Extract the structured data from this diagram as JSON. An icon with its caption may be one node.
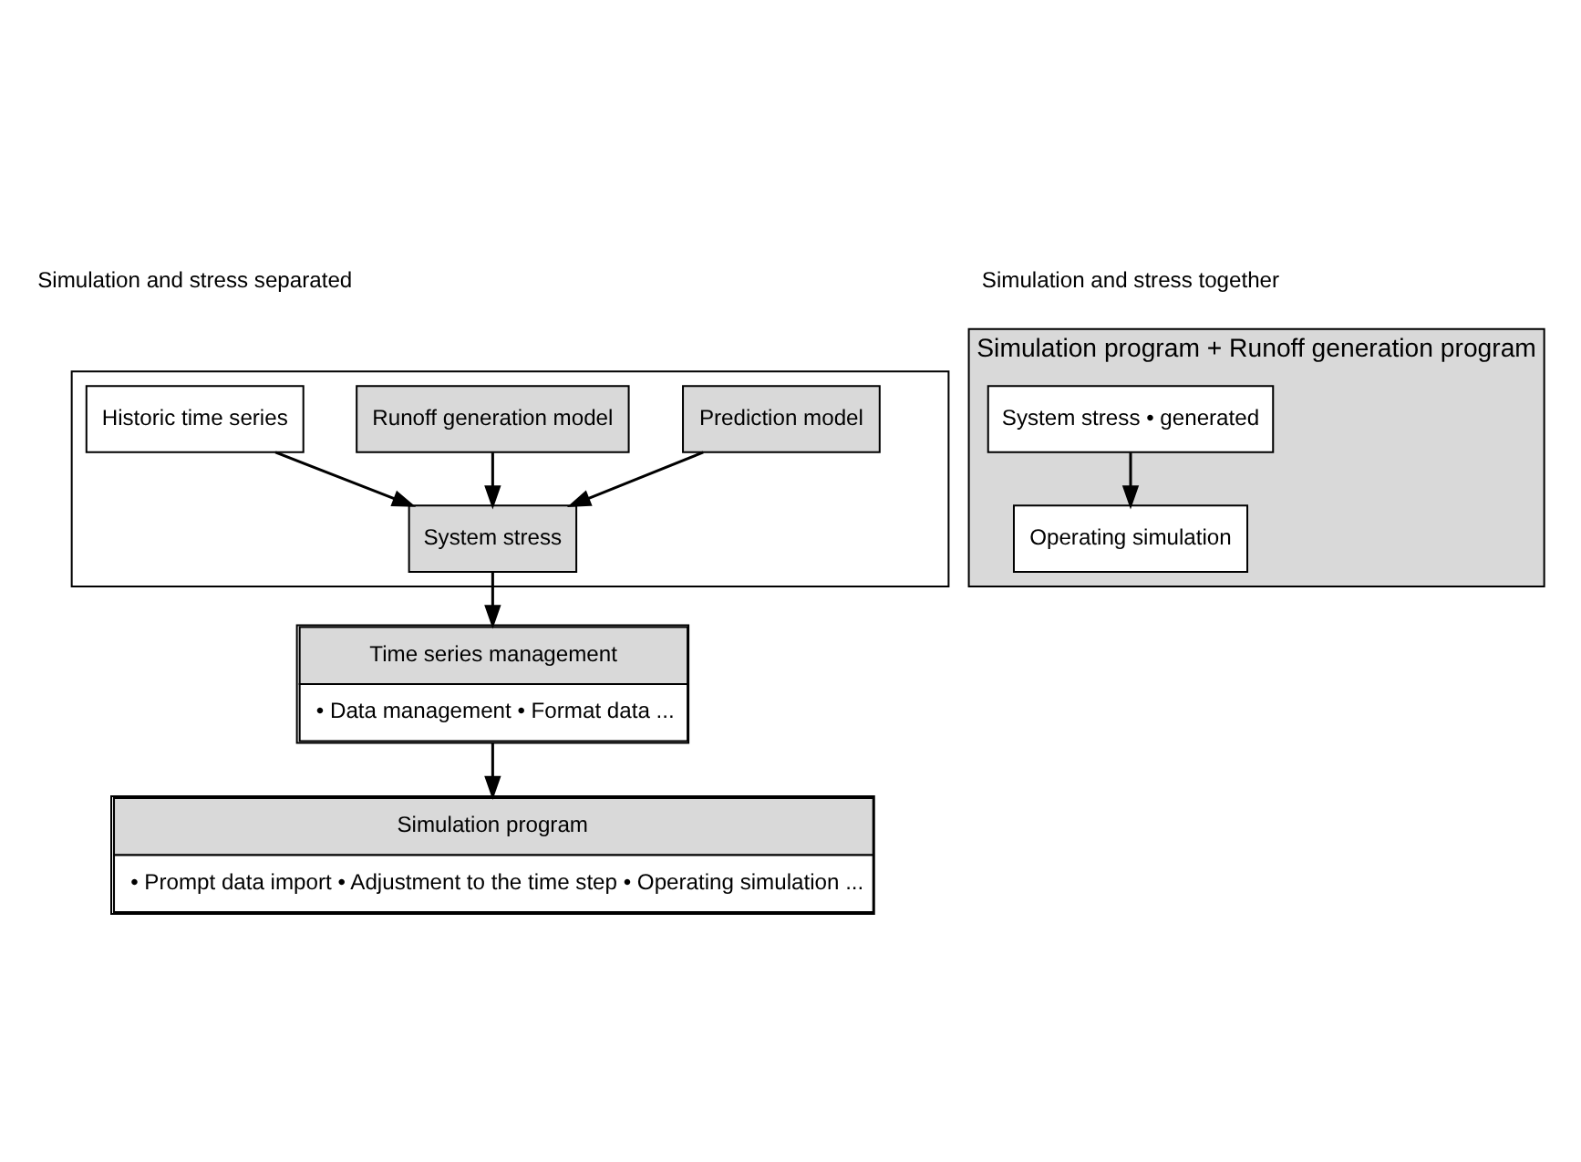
{
  "diagram": {
    "nodes": [
      {
        "text": [],
        "shape": "box"
      },
      {
        "text": [
          "Historic time series"
        ],
        "in": 0
      },
      {
        "text": [
          "Runoff generation model"
        ],
        "in": 0
      },
      {
        "text": [
          "Prediction model"
        ],
        "in": 0
      },
      {
        "text": [
          "System stress"
        ],
        "in": 0
      },
      {
        "text": [
          "Time series management",
          "• Data management • Format data ..."
        ]
      },
      {
        "text": [
          "Simulation program",
          "• Prompt data import • Adjustment to the time step • Operating simulation ..."
        ]
      },
      {
        "text": [
          "Simulation program + Runoff generation program"
        ]
      },
      {
        "text": [
          "System stress • generated"
        ],
        "in": 7
      },
      {
        "text": [
          "Operating simulation"
        ],
        "in": 7
      }
    ],
    "edges": [
      {
        "from": 1,
        "to": 4,
        "arrow": "to"
      },
      {
        "from": 2,
        "to": 4,
        "arrow": "to"
      },
      {
        "from": 3,
        "to": 4,
        "arrow": "to"
      },
      {
        "from": 4,
        "to": 5,
        "arrow": "to"
      },
      {
        "from": 5,
        "to": 6,
        "arrow": "to"
      },
      {
        "from": 8,
        "to": 9,
        "arrow": "to"
      }
    ],
    "labels": [
      "Simulation and stress separated",
      "Simulation and stress together"
    ]
  }
}
